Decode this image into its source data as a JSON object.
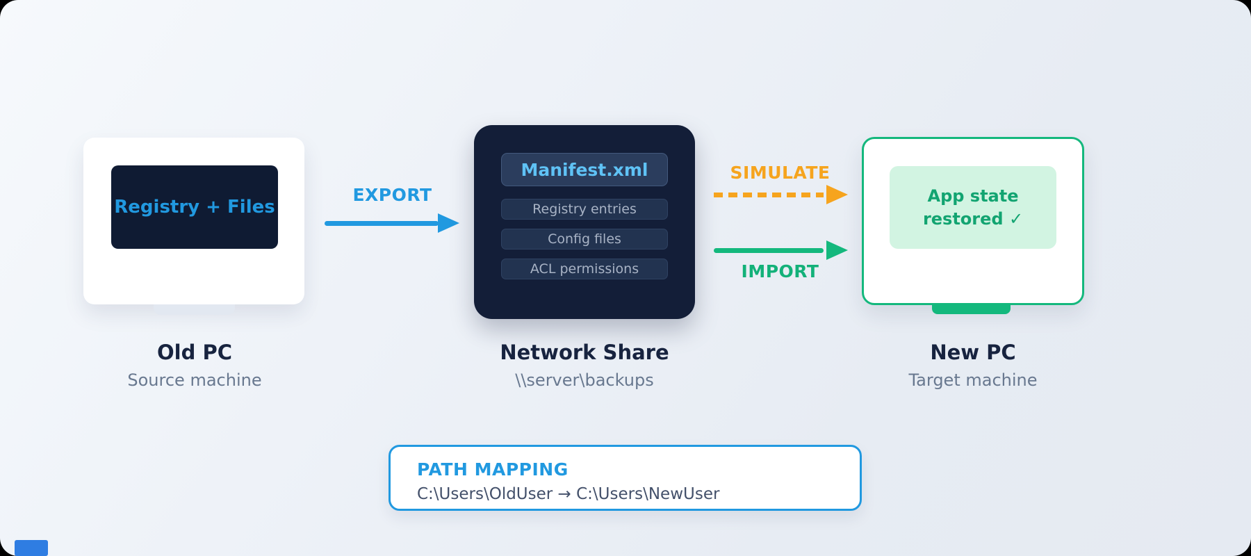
{
  "surface": {
    "frame_color": "#000000",
    "bg_start": "#f6f9fc",
    "bg_end": "#e5eaf2"
  },
  "nodes": {
    "old_pc": {
      "screen_label": "Registry + Files",
      "screen_bg": "#0f1b33",
      "screen_text_color": "#2199e0",
      "title": "Old PC",
      "subtitle": "Source machine"
    },
    "network_share": {
      "bg": "#131e38",
      "manifest_label": "Manifest.xml",
      "manifest_text_color": "#5fc2f5",
      "items": [
        "Registry entries",
        "Config files",
        "ACL permissions"
      ],
      "title": "Network Share",
      "subtitle": "\\\\server\\backups"
    },
    "new_pc": {
      "accent": "#14b87d",
      "screen_bg": "#d2f4e2",
      "screen_text_color": "#12a471",
      "screen_line1": "App state",
      "screen_line2": "restored ✓",
      "title": "New PC",
      "subtitle": "Target machine"
    }
  },
  "arrows": {
    "export": {
      "label": "EXPORT",
      "color": "#2199e0",
      "style": "solid"
    },
    "simulate": {
      "label": "SIMULATE",
      "color": "#f6a41e",
      "style": "dashed"
    },
    "import": {
      "label": "IMPORT",
      "color": "#14b87d",
      "style": "solid"
    }
  },
  "path_mapping": {
    "title": "PATH MAPPING",
    "mapping": "C:\\Users\\OldUser → C:\\Users\\NewUser",
    "accent": "#2199e0"
  }
}
